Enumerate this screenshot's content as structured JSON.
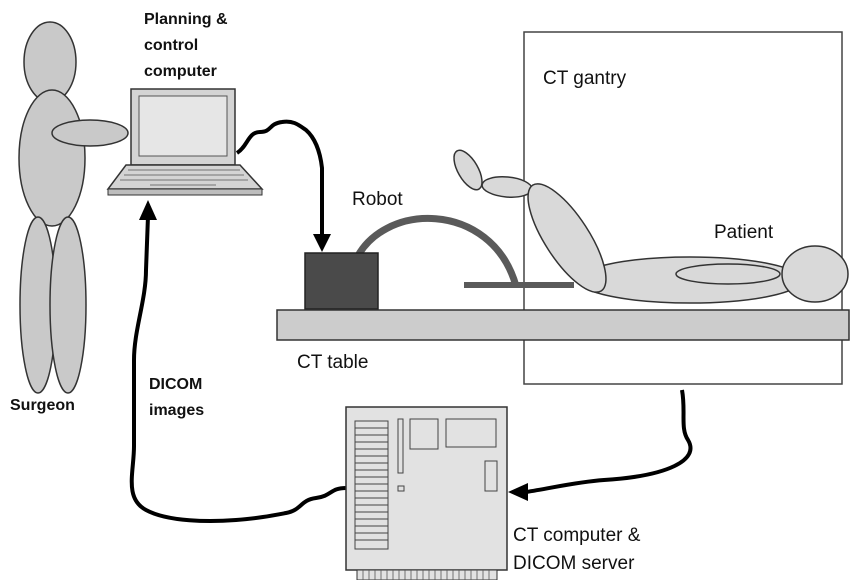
{
  "labels": {
    "planning_line1": "Planning &",
    "planning_line2": "control",
    "planning_line3": "computer",
    "ct_gantry": "CT gantry",
    "robot": "Robot",
    "patient": "Patient",
    "ct_table": "CT table",
    "surgeon": "Surgeon",
    "dicom_line1": "DICOM",
    "dicom_line2": "images",
    "server_line1": "CT computer &",
    "server_line2": "DICOM server"
  },
  "colors": {
    "background": "#ffffff",
    "figure_fill": "#c9c9c9",
    "patient_fill": "#d9d9d9",
    "robot_base": "#4a4a4a",
    "robot_arm": "#5a5a5a",
    "outline": "#333333",
    "cable": "#000000"
  }
}
